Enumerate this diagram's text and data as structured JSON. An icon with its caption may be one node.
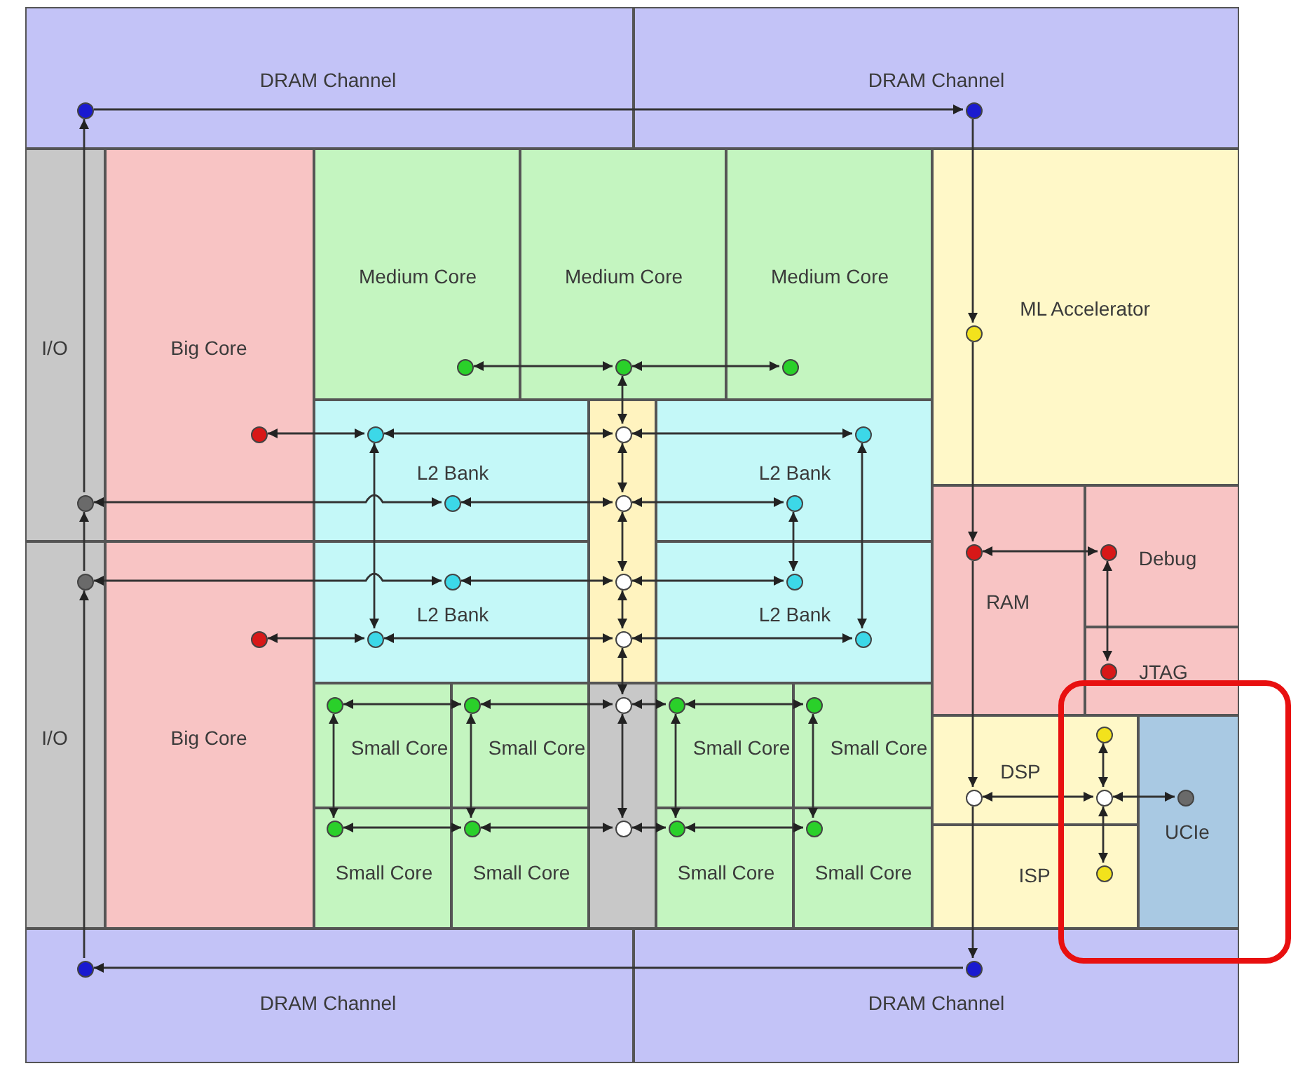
{
  "diagram": {
    "nodes": [
      {
        "text": [
          "DRAM Channel"
        ]
      },
      {
        "text": [],
        "shape": "circle",
        "in": 0
      },
      {
        "text": [
          "DRAM Channel"
        ]
      },
      {
        "text": [],
        "shape": "circle",
        "in": 2
      },
      {
        "text": [
          "I/O"
        ]
      },
      {
        "text": [],
        "shape": "circle",
        "in": 4
      },
      {
        "text": [
          "Big Core"
        ]
      },
      {
        "text": [],
        "shape": "circle",
        "in": 6
      },
      {
        "text": [
          "Medium Core"
        ]
      },
      {
        "text": [],
        "shape": "circle",
        "in": 8
      },
      {
        "text": [
          "Medium Core"
        ]
      },
      {
        "text": [],
        "shape": "circle",
        "in": 10
      },
      {
        "text": [
          "Medium Core"
        ]
      },
      {
        "text": [],
        "shape": "circle",
        "in": 12
      },
      {
        "text": [
          "ML Accelerator"
        ]
      },
      {
        "text": [],
        "shape": "circle",
        "in": 14
      },
      {
        "text": [
          "L2 Bank"
        ]
      },
      {
        "text": [],
        "shape": "circle",
        "in": 16
      },
      {
        "text": [],
        "shape": "circle",
        "in": 16
      },
      {
        "text": [],
        "shape": "box"
      },
      {
        "text": [],
        "shape": "circle",
        "in": 19
      },
      {
        "text": [],
        "shape": "circle",
        "in": 19
      },
      {
        "text": [],
        "shape": "circle",
        "in": 19
      },
      {
        "text": [],
        "shape": "circle",
        "in": 19
      },
      {
        "text": [
          "L2 Bank"
        ]
      },
      {
        "text": [],
        "shape": "circle",
        "in": 24
      },
      {
        "text": [],
        "shape": "circle",
        "in": 24
      },
      {
        "text": [
          "RAM"
        ]
      },
      {
        "text": [],
        "shape": "circle",
        "in": 27
      },
      {
        "text": [
          "Debug"
        ]
      },
      {
        "text": [],
        "shape": "circle",
        "in": 29
      },
      {
        "text": [
          "I/O"
        ]
      },
      {
        "text": [],
        "shape": "circle",
        "in": 31
      },
      {
        "text": [
          "Big Core"
        ]
      },
      {
        "text": [],
        "shape": "circle",
        "in": 33
      },
      {
        "text": [
          "L2 Bank"
        ]
      },
      {
        "text": [],
        "shape": "circle",
        "in": 35
      },
      {
        "text": [],
        "shape": "circle",
        "in": 35
      },
      {
        "text": [
          "L2 Bank"
        ]
      },
      {
        "text": [],
        "shape": "circle",
        "in": 38
      },
      {
        "text": [],
        "shape": "circle",
        "in": 38
      },
      {
        "text": [
          "JTAG"
        ]
      },
      {
        "text": [],
        "shape": "circle",
        "in": 41
      },
      {
        "text": [
          "Small Core"
        ]
      },
      {
        "text": [],
        "shape": "circle",
        "in": 43
      },
      {
        "text": [
          "Small Core"
        ]
      },
      {
        "text": [],
        "shape": "circle",
        "in": 45
      },
      {
        "text": [],
        "shape": "box"
      },
      {
        "text": [],
        "shape": "circle",
        "in": 47
      },
      {
        "text": [],
        "shape": "circle",
        "in": 47
      },
      {
        "text": [
          "Small Core"
        ]
      },
      {
        "text": [],
        "shape": "circle",
        "in": 50
      },
      {
        "text": [
          "Small Core"
        ]
      },
      {
        "text": [],
        "shape": "circle",
        "in": 52
      },
      {
        "text": [
          "DSP"
        ]
      },
      {
        "text": [],
        "shape": "circle",
        "in": 54
      },
      {
        "text": [],
        "shape": "circle",
        "in": 54
      },
      {
        "text": [],
        "shape": "circle",
        "in": 54
      },
      {
        "text": [
          "UCIe"
        ]
      },
      {
        "text": [],
        "shape": "circle",
        "in": 58
      },
      {
        "text": [
          "Small Core"
        ]
      },
      {
        "text": [],
        "shape": "circle",
        "in": 60
      },
      {
        "text": [
          "Small Core"
        ]
      },
      {
        "text": [],
        "shape": "circle",
        "in": 62
      },
      {
        "text": [
          "Small Core"
        ]
      },
      {
        "text": [],
        "shape": "circle",
        "in": 64
      },
      {
        "text": [
          "Small Core"
        ]
      },
      {
        "text": [],
        "shape": "circle",
        "in": 66
      },
      {
        "text": [
          "ISP"
        ]
      },
      {
        "text": [],
        "shape": "circle",
        "in": 68
      },
      {
        "text": [
          "DRAM Channel"
        ]
      },
      {
        "text": [],
        "shape": "circle",
        "in": 70
      },
      {
        "text": [
          "DRAM Channel"
        ]
      },
      {
        "text": [],
        "shape": "circle",
        "in": 72
      }
    ],
    "edges": [
      {
        "from": 1,
        "to": 3,
        "arrow": "to"
      },
      {
        "from": 3,
        "to": 15,
        "arrow": "to"
      },
      {
        "from": 15,
        "to": 28,
        "arrow": "to"
      },
      {
        "from": 28,
        "to": 55,
        "arrow": "to"
      },
      {
        "from": 55,
        "to": 73,
        "arrow": "to"
      },
      {
        "from": 73,
        "to": 71,
        "arrow": "to"
      },
      {
        "from": 71,
        "to": 32,
        "arrow": "to"
      },
      {
        "from": 32,
        "to": 5,
        "arrow": "to"
      },
      {
        "from": 5,
        "to": 1,
        "arrow": "to"
      },
      {
        "from": 9,
        "to": 11,
        "arrow": "both"
      },
      {
        "from": 11,
        "to": 13,
        "arrow": "both"
      },
      {
        "from": 11,
        "to": 20,
        "arrow": "both"
      },
      {
        "from": 7,
        "to": 17,
        "arrow": "both"
      },
      {
        "from": 17,
        "to": 20,
        "arrow": "both"
      },
      {
        "from": 20,
        "to": 25,
        "arrow": "both"
      },
      {
        "from": 5,
        "to": 18,
        "arrow": "both"
      },
      {
        "from": 18,
        "to": 21,
        "arrow": "both"
      },
      {
        "from": 21,
        "to": 26,
        "arrow": "both"
      },
      {
        "from": 20,
        "to": 21,
        "arrow": "both"
      },
      {
        "from": 21,
        "to": 22,
        "arrow": "both"
      },
      {
        "from": 22,
        "to": 23,
        "arrow": "both"
      },
      {
        "from": 23,
        "to": 48,
        "arrow": "both"
      },
      {
        "from": 48,
        "to": 49,
        "arrow": "both"
      },
      {
        "from": 17,
        "to": 37,
        "arrow": "both"
      },
      {
        "from": 25,
        "to": 40,
        "arrow": "both"
      },
      {
        "from": 26,
        "to": 39,
        "arrow": "both"
      },
      {
        "from": 32,
        "to": 36,
        "arrow": "both"
      },
      {
        "from": 36,
        "to": 22,
        "arrow": "both"
      },
      {
        "from": 22,
        "to": 39,
        "arrow": "both"
      },
      {
        "from": 34,
        "to": 37,
        "arrow": "both"
      },
      {
        "from": 37,
        "to": 23,
        "arrow": "both"
      },
      {
        "from": 23,
        "to": 40,
        "arrow": "both"
      },
      {
        "from": 44,
        "to": 46,
        "arrow": "both"
      },
      {
        "from": 46,
        "to": 48,
        "arrow": "both"
      },
      {
        "from": 48,
        "to": 51,
        "arrow": "both"
      },
      {
        "from": 51,
        "to": 53,
        "arrow": "both"
      },
      {
        "from": 61,
        "to": 63,
        "arrow": "both"
      },
      {
        "from": 63,
        "to": 49,
        "arrow": "both"
      },
      {
        "from": 49,
        "to": 65,
        "arrow": "both"
      },
      {
        "from": 65,
        "to": 67,
        "arrow": "both"
      },
      {
        "from": 44,
        "to": 61,
        "arrow": "both"
      },
      {
        "from": 46,
        "to": 63,
        "arrow": "both"
      },
      {
        "from": 51,
        "to": 65,
        "arrow": "both"
      },
      {
        "from": 53,
        "to": 67,
        "arrow": "both"
      },
      {
        "from": 28,
        "to": 30,
        "arrow": "both"
      },
      {
        "from": 30,
        "to": 42,
        "arrow": "both"
      },
      {
        "from": 55,
        "to": 56,
        "arrow": "both"
      },
      {
        "from": 56,
        "to": 59,
        "arrow": "both"
      },
      {
        "from": 56,
        "to": 57,
        "arrow": "both"
      },
      {
        "from": 56,
        "to": 69,
        "arrow": "both"
      }
    ]
  }
}
